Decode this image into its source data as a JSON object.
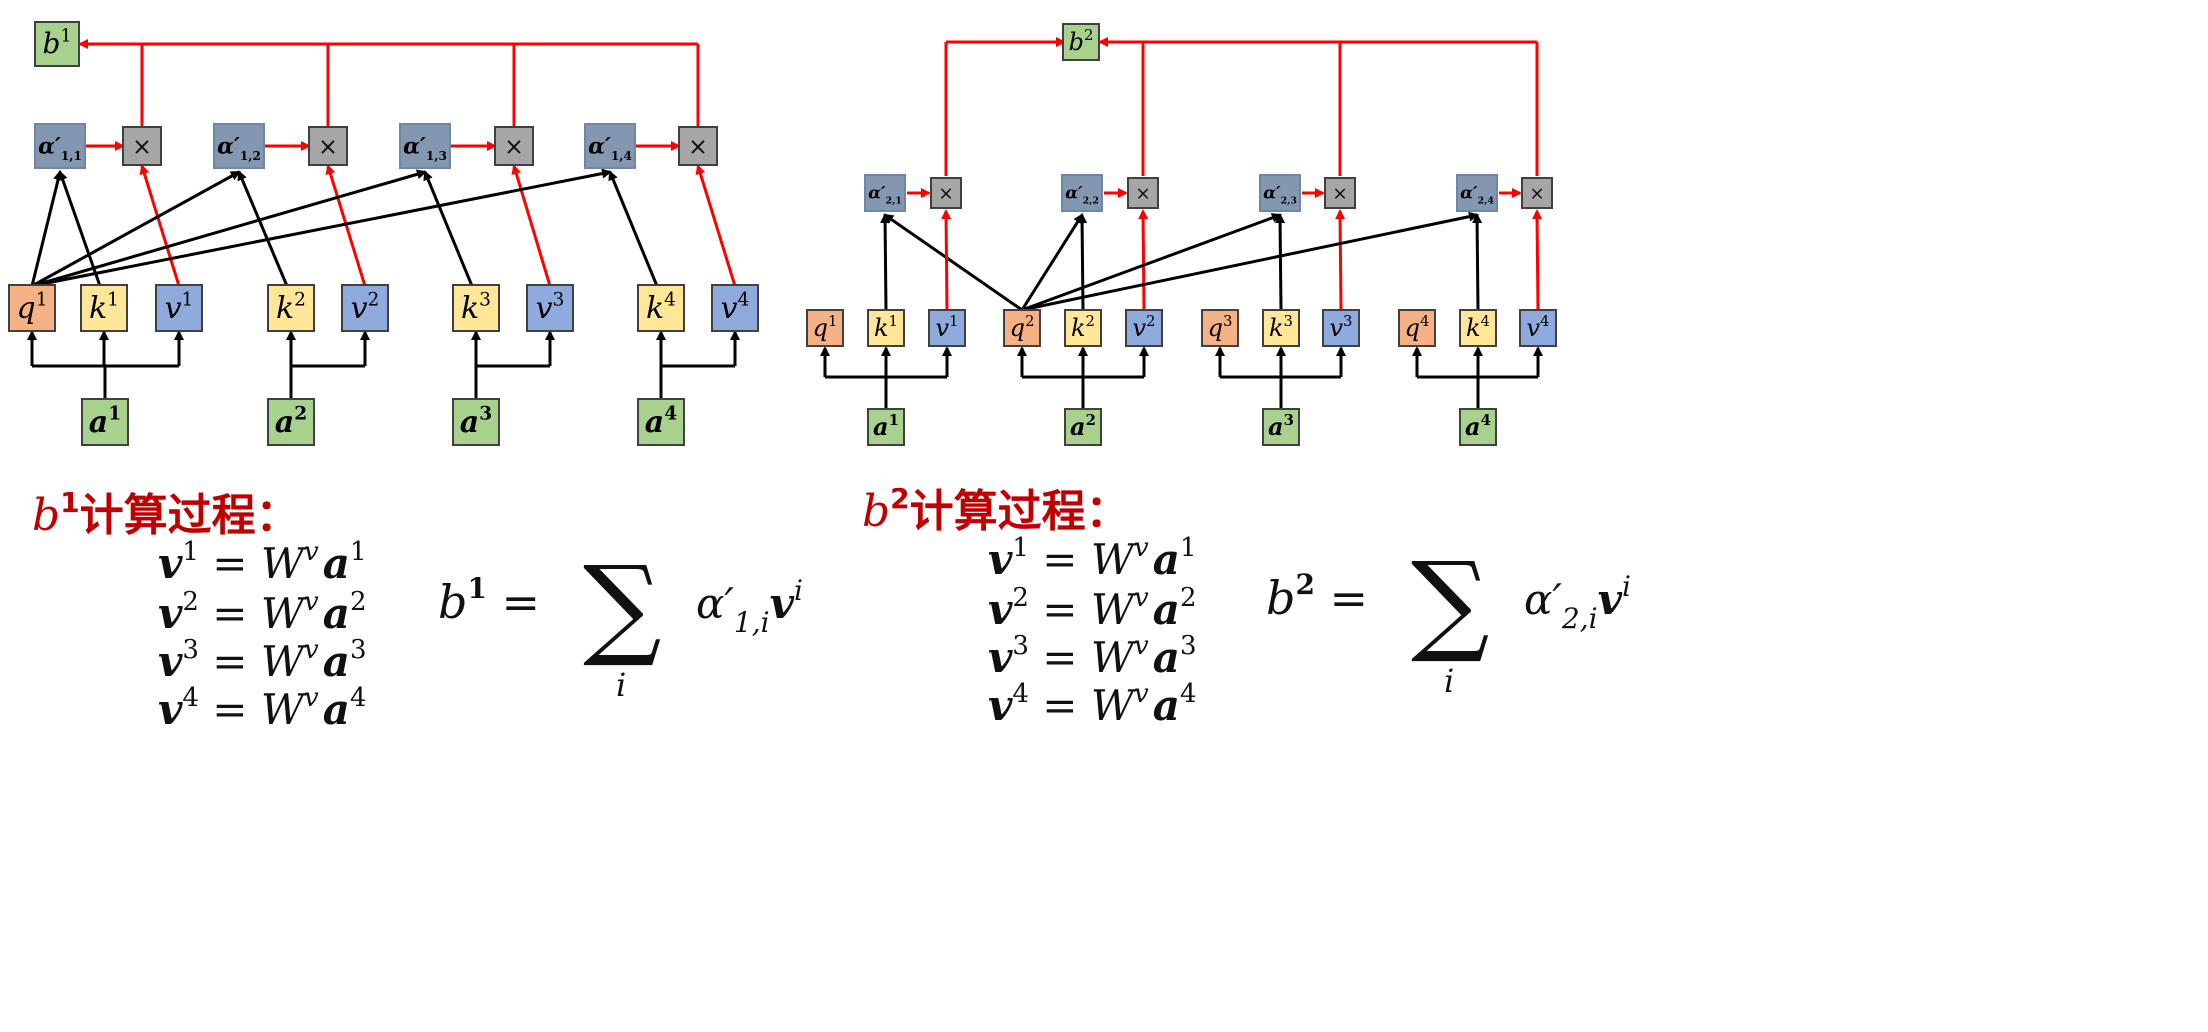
{
  "colors": {
    "input": "#a9d18e",
    "query": "#f4b183",
    "key": "#ffe699",
    "value": "#8faadc",
    "attention": "#8497b0",
    "multiply": "#a6a6a6",
    "output": "#a9d18e",
    "arrow_black": "#000000",
    "arrow_red": "#ff0000",
    "heading": "#c00000"
  },
  "icons": {
    "multiply": "multiply-icon"
  },
  "left_panel": {
    "output": {
      "base": "b",
      "sup": "1"
    },
    "inputs": [
      {
        "base": "a",
        "sup": "1"
      },
      {
        "base": "a",
        "sup": "2"
      },
      {
        "base": "a",
        "sup": "3"
      },
      {
        "base": "a",
        "sup": "4"
      }
    ],
    "query": {
      "base": "q",
      "sup": "1"
    },
    "keys": [
      {
        "base": "k",
        "sup": "1"
      },
      {
        "base": "k",
        "sup": "2"
      },
      {
        "base": "k",
        "sup": "3"
      },
      {
        "base": "k",
        "sup": "4"
      }
    ],
    "values": [
      {
        "base": "v",
        "sup": "1"
      },
      {
        "base": "v",
        "sup": "2"
      },
      {
        "base": "v",
        "sup": "3"
      },
      {
        "base": "v",
        "sup": "4"
      }
    ],
    "attention": [
      {
        "base": "α′",
        "sub": "1,1"
      },
      {
        "base": "α′",
        "sub": "1,2"
      },
      {
        "base": "α′",
        "sub": "1,3"
      },
      {
        "base": "α′",
        "sub": "1,4"
      }
    ],
    "multiply_symbol": "×",
    "heading": {
      "prefix": "b",
      "sup": "1",
      "text": "计算过程："
    },
    "equations": [
      {
        "lhs": "v",
        "lhs_sup": "1",
        "op": "=",
        "w": "W",
        "w_sup": "v",
        "rhs": "a",
        "rhs_sup": "1"
      },
      {
        "lhs": "v",
        "lhs_sup": "2",
        "op": "=",
        "w": "W",
        "w_sup": "v",
        "rhs": "a",
        "rhs_sup": "2"
      },
      {
        "lhs": "v",
        "lhs_sup": "3",
        "op": "=",
        "w": "W",
        "w_sup": "v",
        "rhs": "a",
        "rhs_sup": "3"
      },
      {
        "lhs": "v",
        "lhs_sup": "4",
        "op": "=",
        "w": "W",
        "w_sup": "v",
        "rhs": "a",
        "rhs_sup": "4"
      }
    ],
    "sum_formula": {
      "lhs": "b",
      "lhs_sup": "1",
      "op": "=",
      "sigma": "∑",
      "index": "i",
      "alpha": "α′",
      "alpha_sub": "1,i",
      "v": "v",
      "v_sup": "i"
    }
  },
  "right_panel": {
    "output": {
      "base": "b",
      "sup": "2"
    },
    "groups": [
      {
        "q": {
          "base": "q",
          "sup": "1"
        },
        "k": {
          "base": "k",
          "sup": "1"
        },
        "v": {
          "base": "v",
          "sup": "1"
        },
        "a": {
          "base": "a",
          "sup": "1"
        },
        "alpha": {
          "base": "α′",
          "sub": "2,1"
        }
      },
      {
        "q": {
          "base": "q",
          "sup": "2"
        },
        "k": {
          "base": "k",
          "sup": "2"
        },
        "v": {
          "base": "v",
          "sup": "2"
        },
        "a": {
          "base": "a",
          "sup": "2"
        },
        "alpha": {
          "base": "α′",
          "sub": "2,2"
        }
      },
      {
        "q": {
          "base": "q",
          "sup": "3"
        },
        "k": {
          "base": "k",
          "sup": "3"
        },
        "v": {
          "base": "v",
          "sup": "3"
        },
        "a": {
          "base": "a",
          "sup": "3"
        },
        "alpha": {
          "base": "α′",
          "sub": "2,3"
        }
      },
      {
        "q": {
          "base": "q",
          "sup": "4"
        },
        "k": {
          "base": "k",
          "sup": "4"
        },
        "v": {
          "base": "v",
          "sup": "4"
        },
        "a": {
          "base": "a",
          "sup": "4"
        },
        "alpha": {
          "base": "α′",
          "sub": "2,4"
        }
      }
    ],
    "multiply_symbol": "×",
    "heading": {
      "prefix": "b",
      "sup": "2",
      "text": "计算过程："
    },
    "equations": [
      {
        "lhs": "v",
        "lhs_sup": "1",
        "op": "=",
        "w": "W",
        "w_sup": "v",
        "rhs": "a",
        "rhs_sup": "1"
      },
      {
        "lhs": "v",
        "lhs_sup": "2",
        "op": "=",
        "w": "W",
        "w_sup": "v",
        "rhs": "a",
        "rhs_sup": "2"
      },
      {
        "lhs": "v",
        "lhs_sup": "3",
        "op": "=",
        "w": "W",
        "w_sup": "v",
        "rhs": "a",
        "rhs_sup": "3"
      },
      {
        "lhs": "v",
        "lhs_sup": "4",
        "op": "=",
        "w": "W",
        "w_sup": "v",
        "rhs": "a",
        "rhs_sup": "4"
      }
    ],
    "sum_formula": {
      "lhs": "b",
      "lhs_sup": "2",
      "op": "=",
      "sigma": "∑",
      "index": "i",
      "alpha": "α′",
      "alpha_sub": "2,i",
      "v": "v",
      "v_sup": "i"
    }
  }
}
